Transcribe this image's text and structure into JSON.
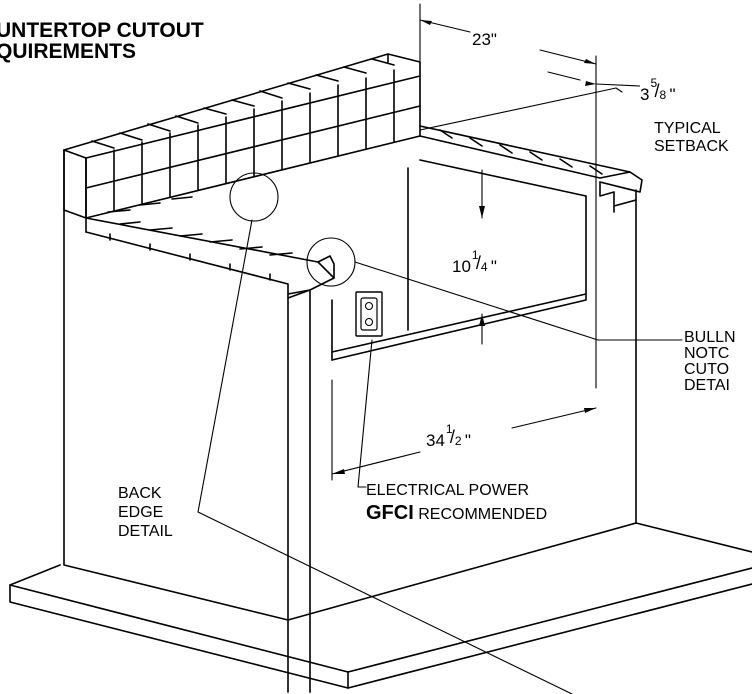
{
  "title": {
    "line1": "UNTERTOP CUTOUT",
    "line2": "QUIREMENTS"
  },
  "dimensions": {
    "width": "23\"",
    "setback_whole": "3",
    "setback_num": "5",
    "setback_den": "8",
    "setback_unit": "\"",
    "depth_whole": "10",
    "depth_num": "1",
    "depth_den": "4",
    "depth_unit": "\"",
    "height_whole": "34",
    "height_num": "1",
    "height_den": "2",
    "height_unit": "\""
  },
  "labels": {
    "typical": "TYPICAL",
    "setback": "SETBACK",
    "bullnose": [
      "BULLN",
      "NOTC",
      "CUTO",
      "DETAI"
    ],
    "back_edge": [
      "BACK",
      "EDGE",
      "DETAIL"
    ],
    "electrical": "ELECTRICAL POWER",
    "gfci": "GFCI",
    "recommended": "RECOMMENDED"
  }
}
